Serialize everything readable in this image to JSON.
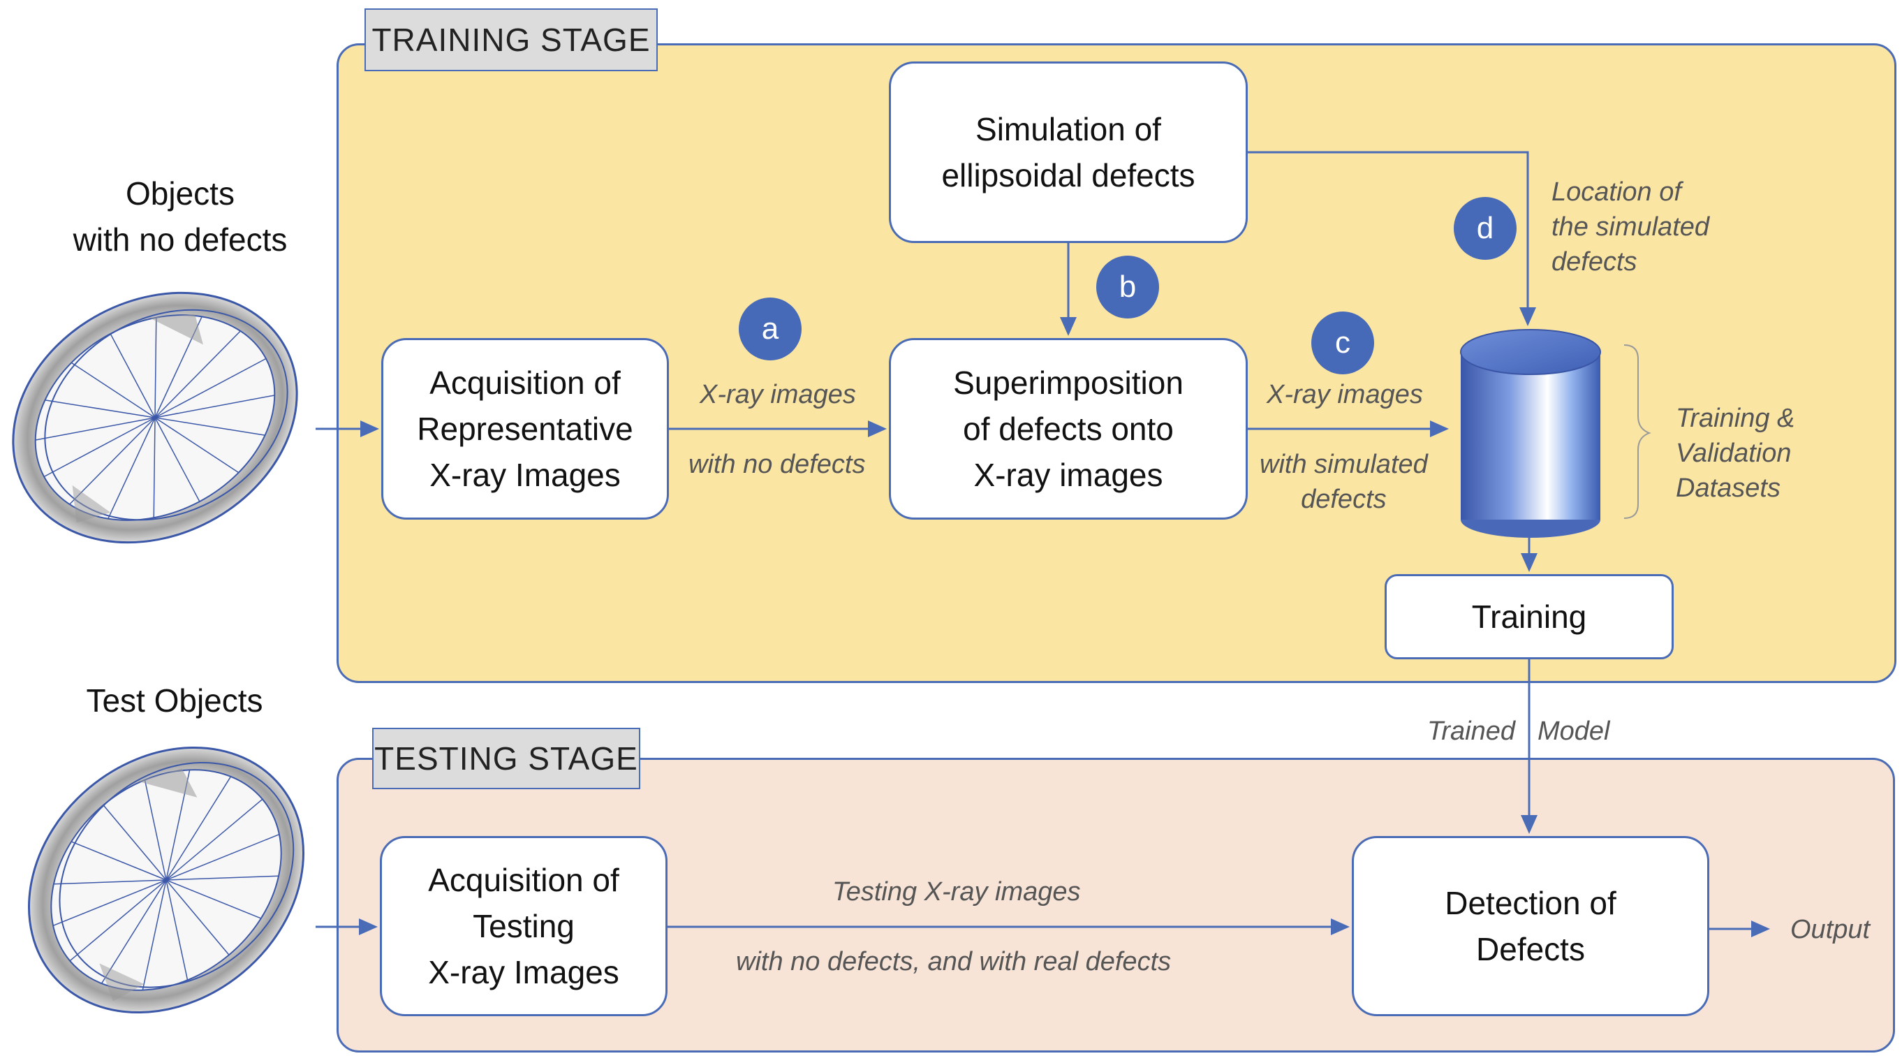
{
  "training_stage": {
    "tag": "TRAINING STAGE",
    "boxes": {
      "acquisition_representative": "Acquisition of\nRepresentative\nX-ray Images",
      "superimposition": "Superimposition\nof defects onto\nX-ray images",
      "simulation": "Simulation of\nellipsoidal defects",
      "training": "Training"
    },
    "labels": {
      "xray_images_a": "X-ray images",
      "with_no_defects": "with no defects",
      "xray_images_c": "X-ray images",
      "with_simulated_defects": "with simulated\ndefects",
      "location_simulated": "Location of\nthe simulated\ndefects",
      "datasets": "Training &\nValidation\nDatasets"
    },
    "badges": [
      "a",
      "b",
      "c",
      "d"
    ]
  },
  "testing_stage": {
    "tag": "TESTING STAGE",
    "boxes": {
      "acquisition_testing": "Acquisition of\nTesting\nX-ray Images",
      "detection": "Detection of\nDefects"
    },
    "labels": {
      "testing_xray": "Testing X-ray images",
      "with_no_and_real": "with no defects, and with real defects",
      "output": "Output",
      "trained": "Trained",
      "model": "Model"
    }
  },
  "external": {
    "objects_no_defects": "Objects\nwith no defects",
    "test_objects": "Test Objects"
  },
  "icons": {
    "wheel": "wheel-icon",
    "database": "database-cylinder-icon"
  },
  "colors": {
    "training_bg": "#fbe5a3",
    "testing_bg": "#f8e4d6",
    "accent": "#4a6bb5",
    "badge": "#4669b8"
  }
}
